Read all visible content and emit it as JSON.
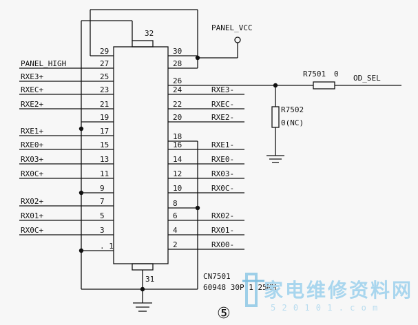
{
  "connector": {
    "refdes": "CN7501",
    "part": "60948 30P 1.25MM",
    "top_pin": "32",
    "bottom_pin": "31"
  },
  "left_pins": [
    {
      "num": "29",
      "signal": ""
    },
    {
      "num": "27",
      "signal": "PANEL_HIGH"
    },
    {
      "num": "25",
      "signal": "RXE3+"
    },
    {
      "num": "23",
      "signal": "RXEC+"
    },
    {
      "num": "21",
      "signal": "RXE2+"
    },
    {
      "num": "19",
      "signal": ""
    },
    {
      "num": "17",
      "signal": "RXE1+"
    },
    {
      "num": "15",
      "signal": "RXE0+"
    },
    {
      "num": "13",
      "signal": "RX03+"
    },
    {
      "num": "11",
      "signal": "RX0C+"
    },
    {
      "num": "9",
      "signal": ""
    },
    {
      "num": "7",
      "signal": "RX02+"
    },
    {
      "num": "5",
      "signal": "RX01+"
    },
    {
      "num": "3",
      "signal": "RX0C+"
    },
    {
      "num": ". 1",
      "signal": ""
    }
  ],
  "right_pins": [
    {
      "num": "30",
      "signal": ""
    },
    {
      "num": "28",
      "signal": ""
    },
    {
      "num": "26",
      "signal": ""
    },
    {
      "num": "24",
      "signal": "RXE3-"
    },
    {
      "num": "22",
      "signal": "RXEC-"
    },
    {
      "num": "20",
      "signal": "RXE2-"
    },
    {
      "num": "18",
      "signal": ""
    },
    {
      "num": "16",
      "signal": "RXE1-"
    },
    {
      "num": "14",
      "signal": "RXE0-"
    },
    {
      "num": "12",
      "signal": "RX03-"
    },
    {
      "num": "10",
      "signal": "RX0C-"
    },
    {
      "num": "8",
      "signal": ""
    },
    {
      "num": "6",
      "signal": "RX02-"
    },
    {
      "num": "4",
      "signal": "RX01-"
    },
    {
      "num": "2",
      "signal": "RX00-"
    }
  ],
  "power": {
    "label": "PANEL_VCC"
  },
  "r7501": {
    "refdes": "R7501",
    "value": "0"
  },
  "r7502": {
    "refdes": "R7502",
    "value": "0(NC)"
  },
  "net_out": {
    "label": "OD_SEL"
  },
  "circle_number": "⑤",
  "watermark": {
    "chars": [
      "家",
      "电",
      "维",
      "修",
      "资",
      "料",
      "网"
    ],
    "url": "5 2 0 1 0 1 . c o m"
  }
}
